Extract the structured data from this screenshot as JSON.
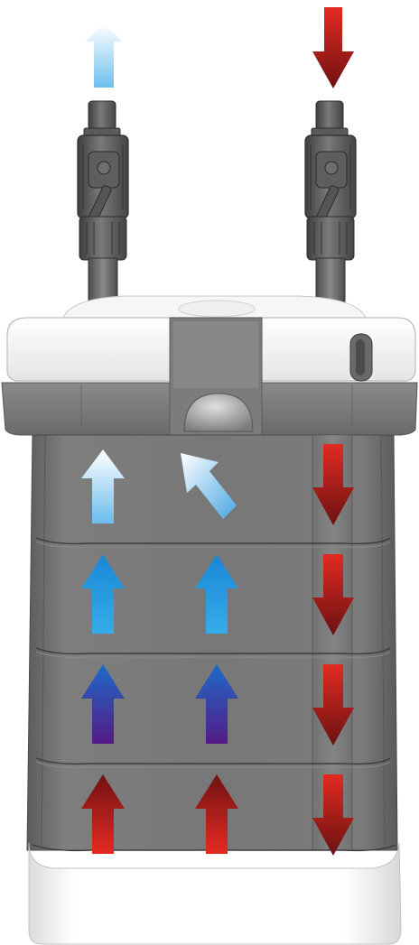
{
  "diagram": {
    "flows": {
      "outlet": {
        "direction": "up",
        "temperature": "cold"
      },
      "inlet": {
        "direction": "down",
        "temperature": "hot"
      }
    },
    "chamber_levels": 4,
    "columns": [
      {
        "id": "left",
        "arrows": [
          "up-cold",
          "up-blue",
          "up-indigo",
          "up-red"
        ]
      },
      {
        "id": "middle",
        "arrows": [
          "diagonal-up-left-cold",
          "up-blue",
          "up-indigo",
          "up-red"
        ]
      },
      {
        "id": "right",
        "arrows": [
          "down-red",
          "down-red",
          "down-red",
          "down-red"
        ]
      }
    ],
    "colors": {
      "hot": "#e52a22",
      "hot_dark": "#6e1212",
      "cold_top": "#ffffff",
      "cold": "#78c4f0",
      "blue": "#1c8fd8",
      "blue_deep": "#1e62c0",
      "indigo": "#4f1f8c",
      "canister_grey": "#747474",
      "valve_grey": "#5a5a5a",
      "lid_white": "#f4f4f4"
    }
  }
}
